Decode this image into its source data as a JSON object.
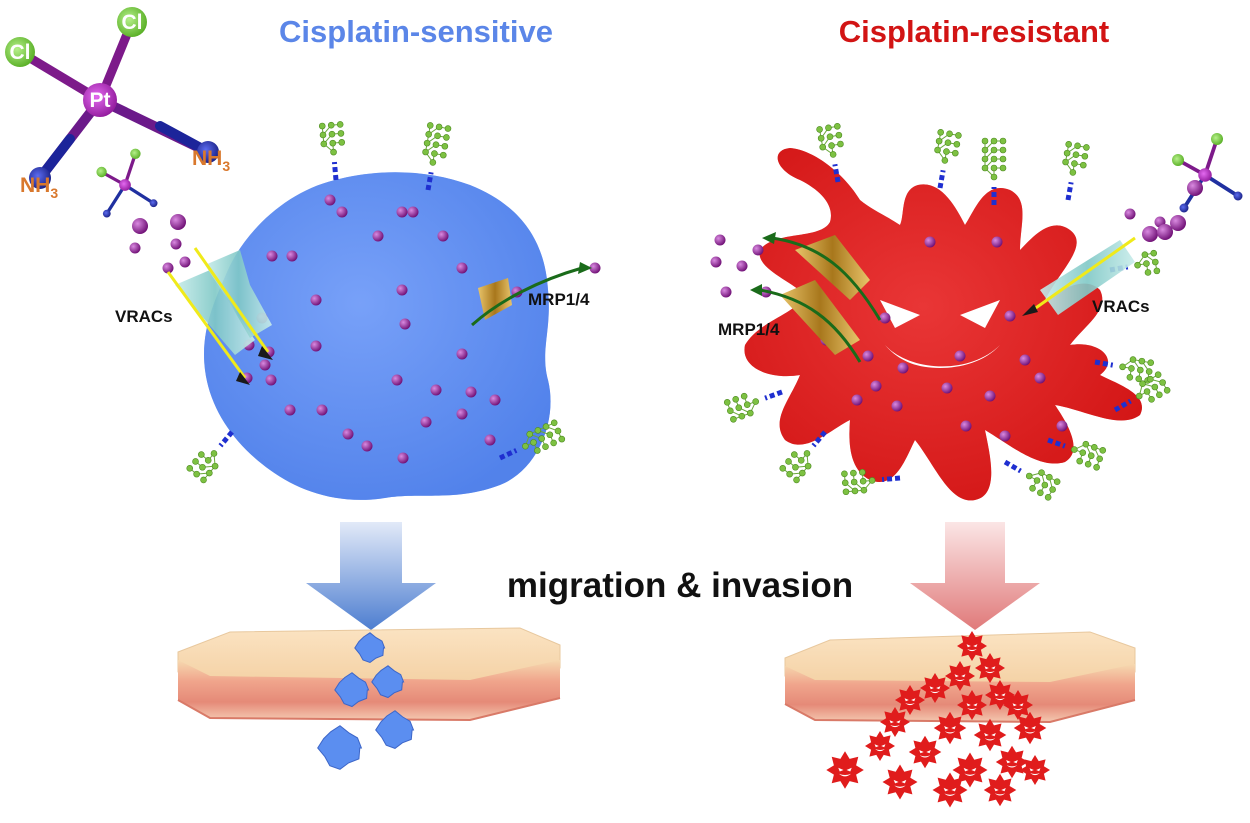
{
  "titles": {
    "sensitive": "Cisplatin-sensitive",
    "resistant": "Cisplatin-resistant"
  },
  "labels": {
    "vracs_left": "VRACs",
    "mrp_left": "MRP1/4",
    "vracs_right": "VRACs",
    "mrp_right": "MRP1/4",
    "center": "migration & invasion"
  },
  "molecule": {
    "cl": "Cl",
    "pt": "Pt",
    "nh": "NH",
    "sub": "3"
  },
  "colors": {
    "sensitive_title": "#5b86e8",
    "resistant_title": "#d21414",
    "sensitive_cell": "#5b8ef0",
    "resistant_cell": "#e01c1c",
    "drug_particle": "#8a1a8e",
    "channel_vrac": "#8fd1cf",
    "channel_mrp": "#c6962c",
    "glycan_node": "#7dc142",
    "glycan_link": "#1f2fd0"
  }
}
